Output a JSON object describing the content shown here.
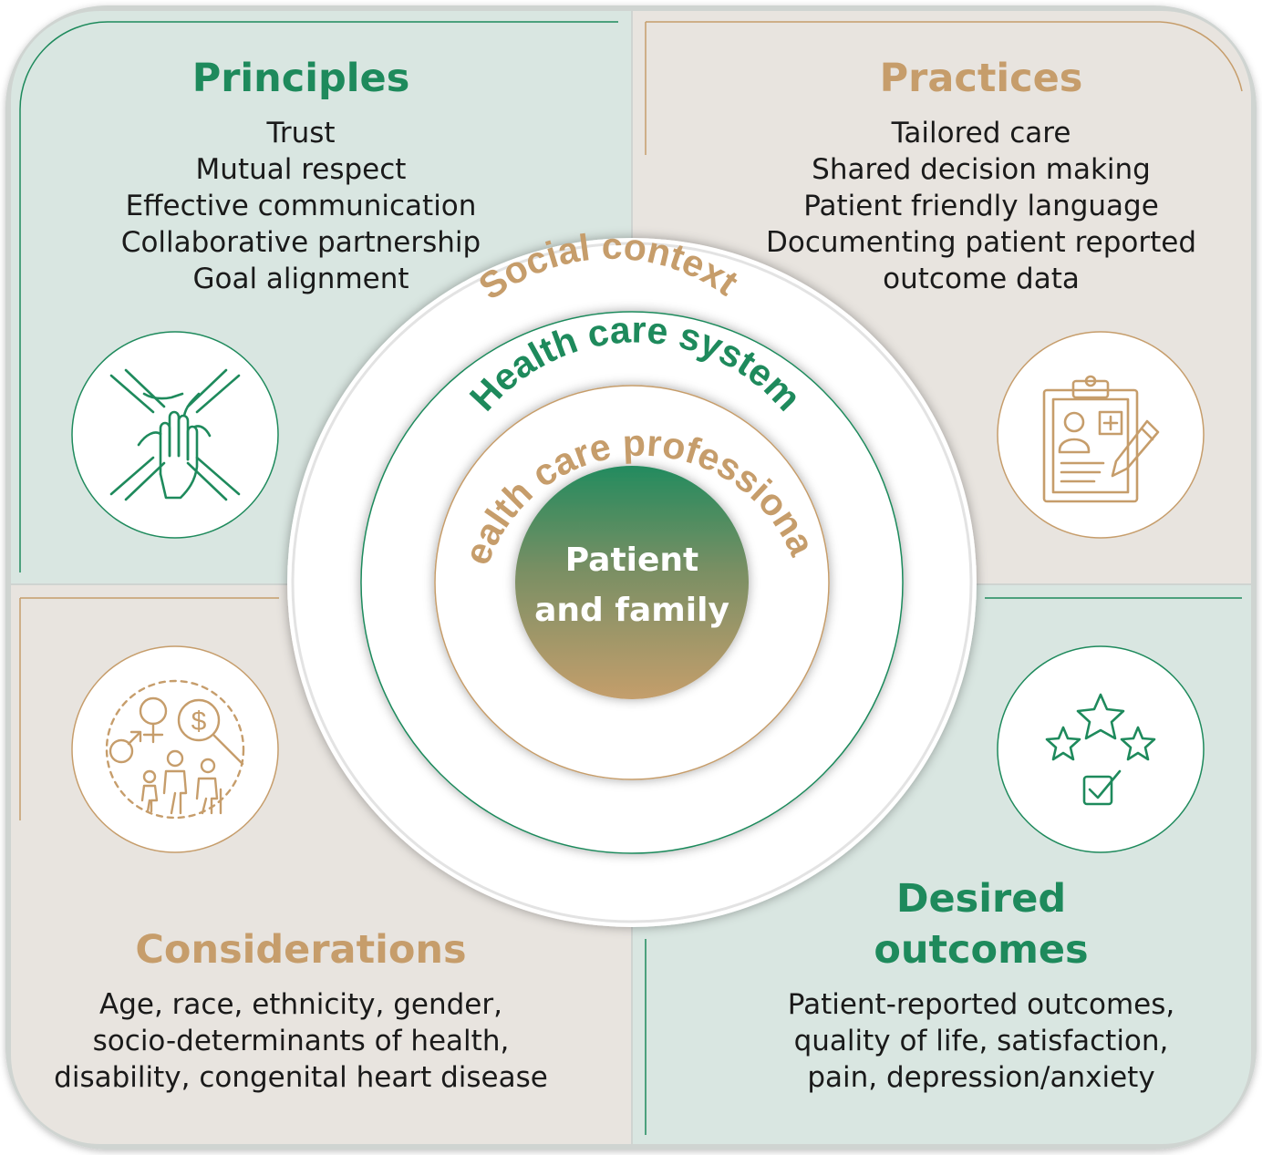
{
  "principles": {
    "title": "Principles",
    "items": [
      "Trust",
      "Mutual respect",
      "Effective communication",
      "Collaborative partnership",
      "Goal alignment"
    ],
    "icon": "hands-together-icon"
  },
  "practices": {
    "title": "Practices",
    "items": [
      "Tailored care",
      "Shared decision making",
      "Patient friendly language",
      "Documenting patient reported",
      "outcome data"
    ],
    "icon": "clipboard-patient-record-icon"
  },
  "considerations": {
    "title": "Considerations",
    "items": [
      "Age, race, ethnicity, gender,",
      "socio-determinants of health,",
      "disability, congenital heart disease"
    ],
    "icon": "demographics-icon"
  },
  "outcomes": {
    "title_line1": "Desired",
    "title_line2": "outcomes",
    "items": [
      "Patient-reported outcomes,",
      "quality of life, satisfaction,",
      "pain, depression/anxiety"
    ],
    "icon": "stars-checkbox-icon"
  },
  "rings": {
    "outer": "Social context",
    "middle": "Health care system",
    "inner": "Health care professional",
    "center_line1": "Patient",
    "center_line2": "and family"
  },
  "colors": {
    "green": "#1e8a5c",
    "tan": "#c69d6b",
    "green_panel": "#d9e6e1",
    "tan_panel": "#e8e4df"
  }
}
